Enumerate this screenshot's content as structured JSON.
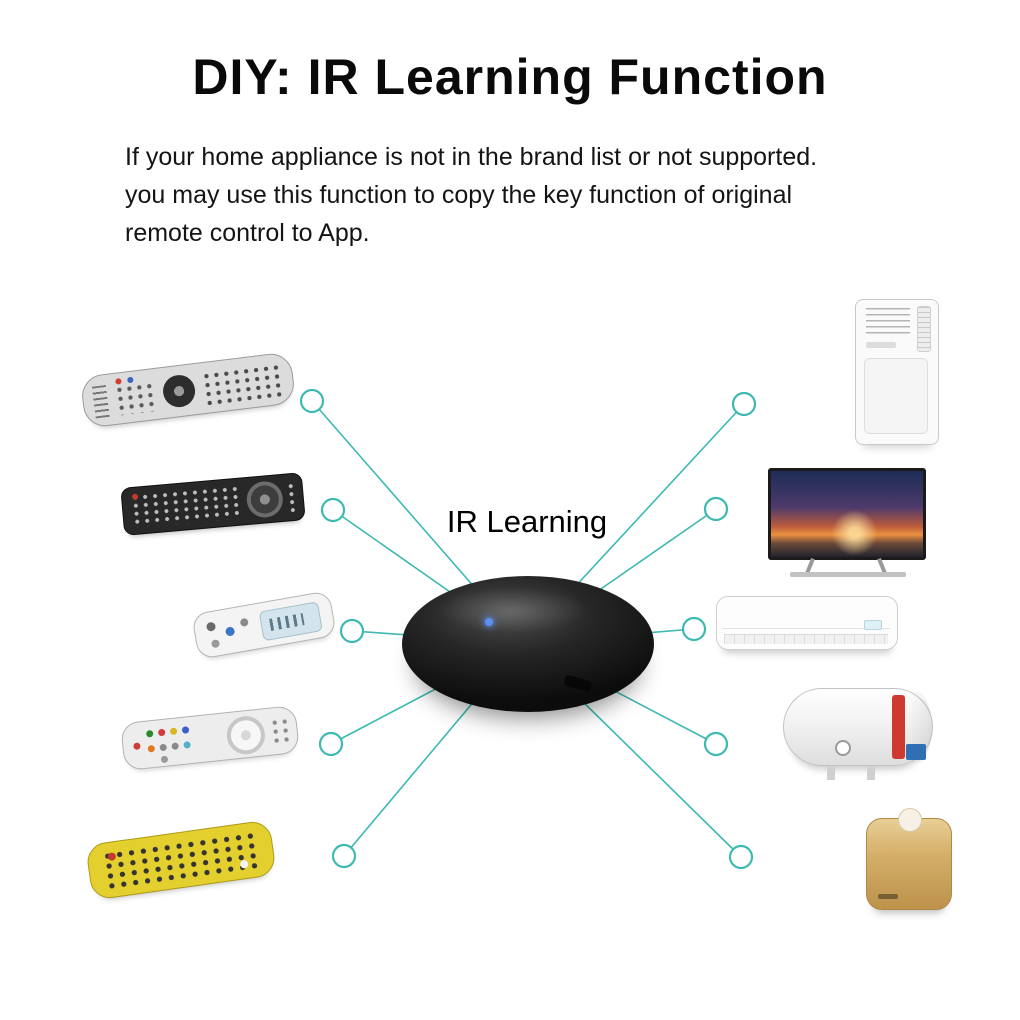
{
  "title": "DIY: IR Learning Function",
  "description_lines": [
    "If your home appliance is not in the brand list or not supported.",
    "you may use this function to copy the key function of original",
    "remote control to App."
  ],
  "hub_label": "IR Learning",
  "colors": {
    "accent_teal": "#3cb9b1",
    "hub_black": "#0c0c0c",
    "led_blue": "#5b8ff0",
    "background": "#ffffff"
  },
  "devices": {
    "remotes": [
      "tv-remote",
      "black-av-remote",
      "ac-remote",
      "color-button-remote",
      "yellow-remote"
    ],
    "appliances": [
      "portable-air-conditioner",
      "television",
      "split-air-conditioner",
      "water-heater",
      "gold-speaker"
    ]
  }
}
